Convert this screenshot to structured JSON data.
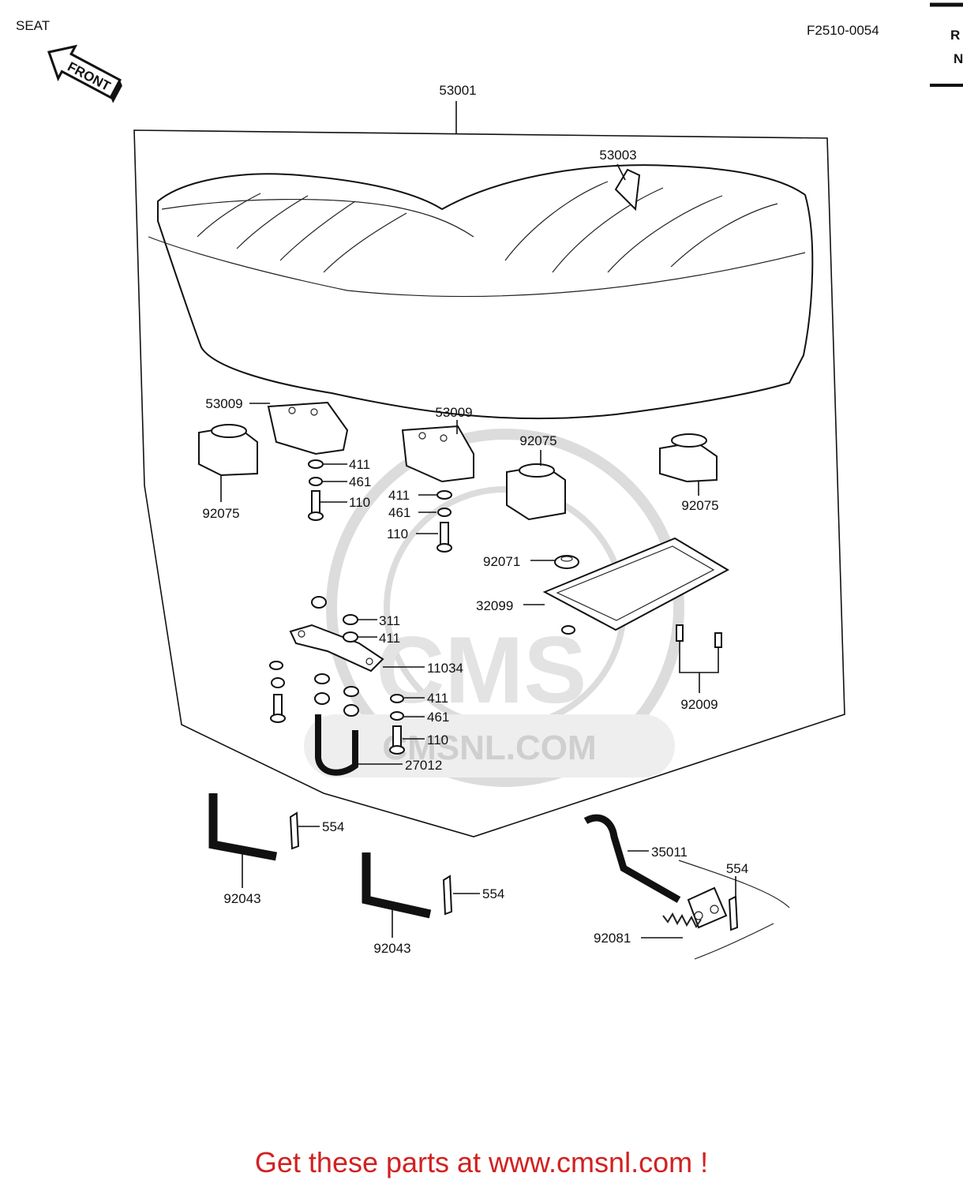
{
  "header": {
    "title": "SEAT",
    "code": "F2510-0054",
    "side_fragment_top": "R",
    "side_fragment_bottom": "N"
  },
  "front_arrow": {
    "label": "FRONT"
  },
  "watermark": {
    "brand": "CMS",
    "url": "CMSNL.COM"
  },
  "callouts": {
    "seat_assy": "53001",
    "seat_strap": "53003",
    "bracket_left": "53009",
    "bracket_mid": "53009",
    "damper_left": "92075",
    "damper_mid": "92075",
    "damper_right": "92075",
    "washer_left": "411",
    "lockwasher_left": "461",
    "bolt_left": "110",
    "washer_mid": "411",
    "lockwasher_mid": "461",
    "bolt_mid": "110",
    "grommet": "92071",
    "tray": "32099",
    "nut_plate": "311",
    "washer_plate": "411",
    "plate": "11034",
    "washer_low": "411",
    "lockwasher_low": "461",
    "bolt_low": "110",
    "ubolt": "27012",
    "screw_pair": "92009",
    "pipe_left": "92043",
    "pipe_mid": "92043",
    "clip_left": "554",
    "clip_mid": "554",
    "clip_right": "554",
    "hook_lever": "35011",
    "spring": "92081"
  },
  "cta": {
    "text": "Get these parts at www.cmsnl.com !",
    "color": "#d32020"
  }
}
